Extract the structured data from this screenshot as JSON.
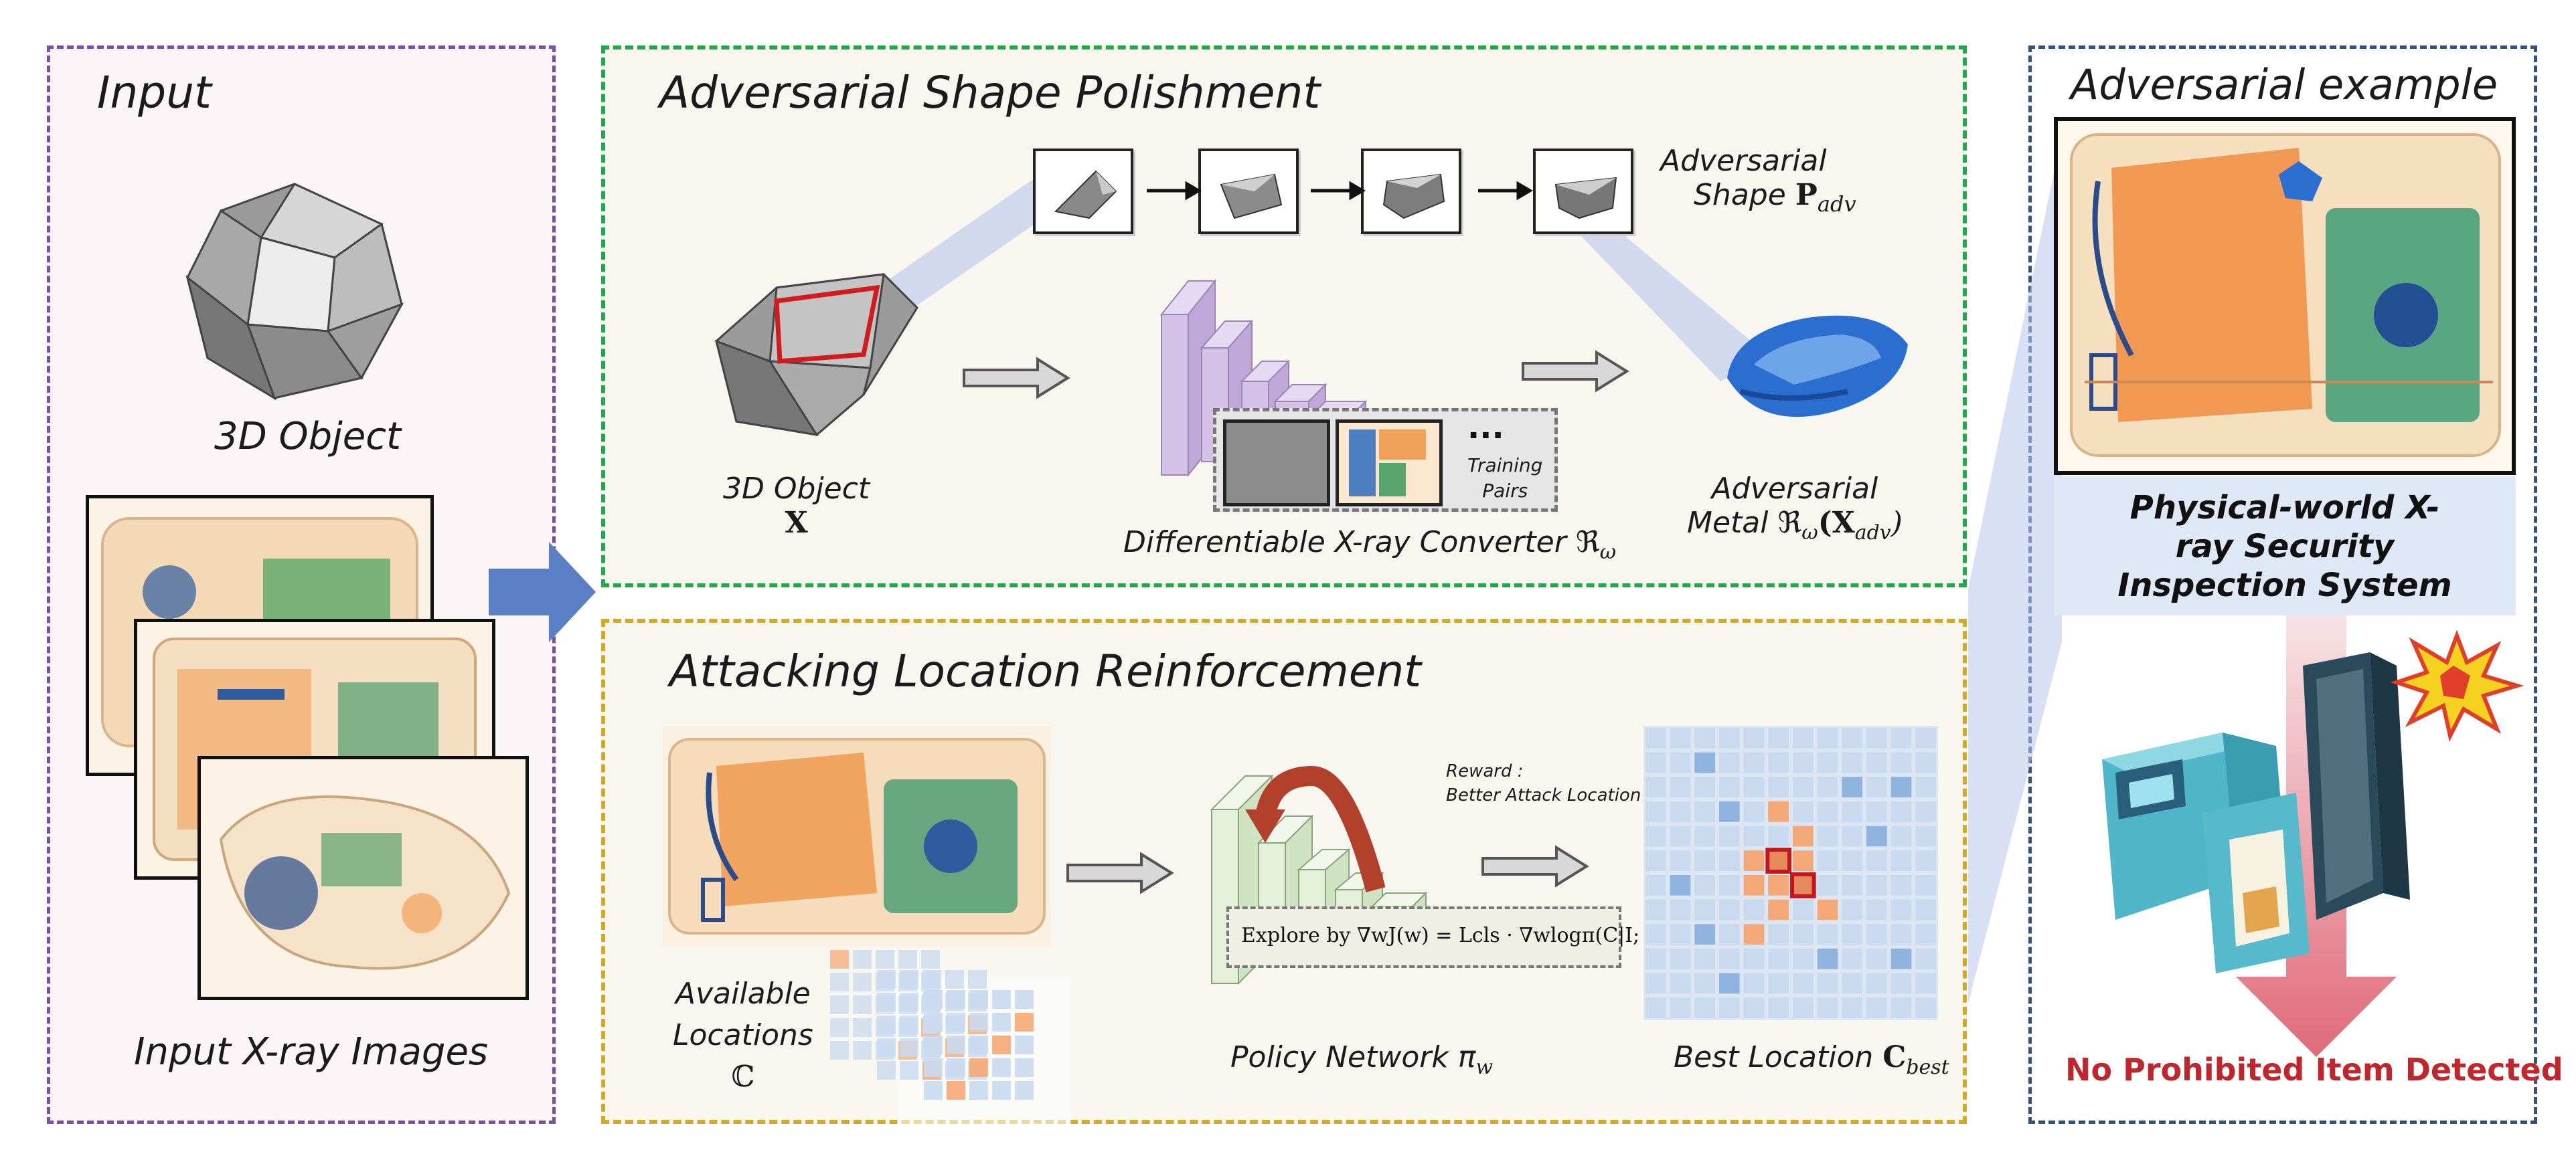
{
  "panels": {
    "input": {
      "title": "Input",
      "object_label": "3D Object",
      "images_label": "Input X-ray Images"
    },
    "shape": {
      "title": "Adversarial Shape Polishment",
      "object_label": "3D Object",
      "object_symbol": "X",
      "adv_shape_label_1": "Adversarial",
      "adv_shape_label_2": "Shape",
      "adv_shape_symbol": "P",
      "adv_shape_sub": "adv",
      "training_dots": "...",
      "training_label_1": "Training",
      "training_label_2": "Pairs",
      "converter_label": "Differentiable X-ray Converter ℜ",
      "converter_sub": "ω",
      "metal_label_1": "Adversarial",
      "metal_label_2": "Metal ℜ",
      "metal_sub": "ω",
      "metal_arg": "(X",
      "metal_arg_sub": "adv",
      "metal_close": ")"
    },
    "location": {
      "title": "Attacking Location Reinforcement",
      "available_1": "Available",
      "available_2": "Locations",
      "available_symbol": "ℂ",
      "reward_1": "Reward :",
      "reward_2": "Better Attack Location",
      "explore": "Explore by ∇wJ(w) = Lcls · ∇wlogπ(C|I; w)",
      "policy_label": "Policy Network π",
      "policy_sub": "w",
      "best_label": "Best Location ",
      "best_symbol": "C",
      "best_sub": "best"
    },
    "example": {
      "title": "Adversarial example",
      "system_label": "Physical-world X-ray Security Inspection System",
      "result": "No Prohibited Item Detected"
    }
  },
  "colors": {
    "input_border": "#7b4fa8",
    "shape_border": "#1faa4a",
    "location_border": "#d3a923",
    "example_border": "#34527e",
    "big_arrow": "#5b7fc4",
    "cnn_purple": "#d9c6ea",
    "cnn_green": "#e4f1dc",
    "result_red": "#c0272d",
    "heat_orange": "#f5a877",
    "grid_blue": "#c9daef"
  },
  "icons": [
    "polyhedron-icon",
    "xray-bag-icon",
    "cnn-icon",
    "metal-blob-icon",
    "scanner-icon",
    "explosion-icon",
    "grid-icon"
  ]
}
